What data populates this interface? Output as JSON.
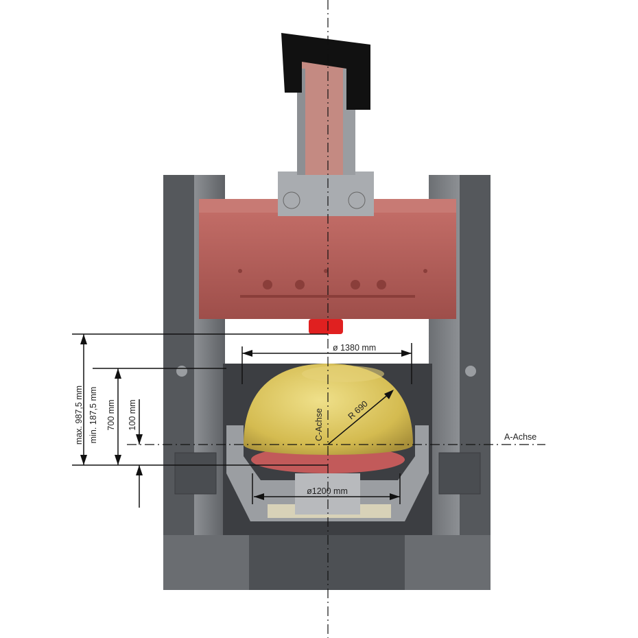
{
  "drawing": {
    "labels": {
      "max_height": "max. 987,5 mm",
      "min_height": "min. 187,5 mm",
      "height_700": "700 mm",
      "offset_100": "100 mm",
      "diameter_1380": "ø 1380 mm",
      "diameter_1200": "ø1200 mm",
      "radius": "R 690",
      "c_axis": "C-Achse",
      "a_axis": "A-Achse"
    },
    "colors": {
      "frame": "#5a5d61",
      "frame_light": "#8a8d91",
      "beam": "#b7615c",
      "dome": "#d9c35a",
      "motor": "#111111",
      "nozzle": "#e02020"
    }
  }
}
